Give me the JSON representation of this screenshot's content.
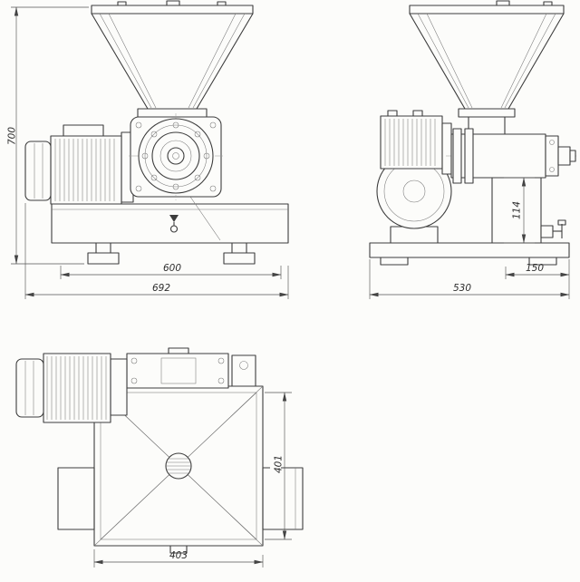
{
  "drawing": {
    "colors": {
      "background": "#fcfcfa",
      "line": "#3d3d3d",
      "dimension": "#555555"
    },
    "dims": {
      "overall_height": "700",
      "base_width": "600",
      "overall_width": "692",
      "side_overall_width": "530",
      "side_right_offset": "150",
      "stand_height": "114",
      "hopper_depth": "401",
      "hopper_width": "403"
    }
  }
}
